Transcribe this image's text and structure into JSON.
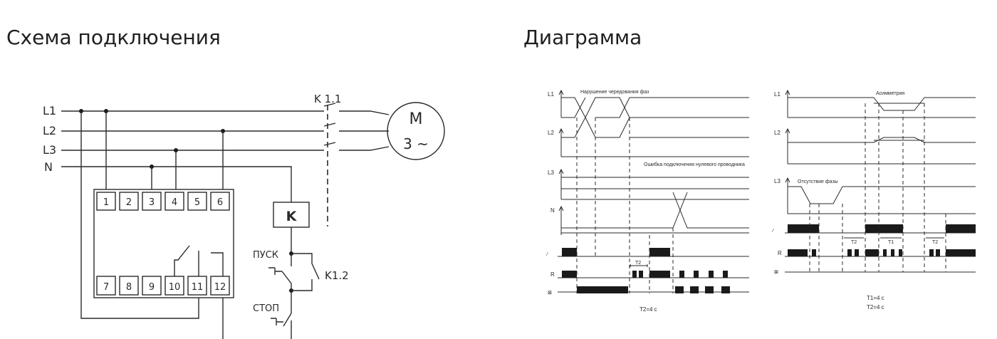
{
  "headings": {
    "left": "Схема подключения",
    "right": "Диаграмма"
  },
  "wiring": {
    "lines": [
      "L1",
      "L2",
      "L3",
      "N"
    ],
    "terminals_top": [
      "1",
      "2",
      "3",
      "4",
      "5",
      "6"
    ],
    "terminals_bottom": [
      "7",
      "8",
      "9",
      "10",
      "11",
      "12"
    ],
    "contactor_contact": "K 1.1",
    "motor_label": "M",
    "motor_phase": "3 ~",
    "coil_label": "K",
    "start_label": "ПУСК",
    "aux_contact": "K1.2",
    "stop_label": "СТОП"
  },
  "timing_left": {
    "rows": [
      "L1",
      "L2",
      "L3",
      "N",
      "R"
    ],
    "note_phase_order": "Нарушение чередования фаз",
    "note_neutral": "Ошибка подключения нулевого проводника",
    "t2_label": "T2",
    "footer": "T2=4 с"
  },
  "timing_right": {
    "rows": [
      "L1",
      "L2",
      "L3",
      "R"
    ],
    "note_asymmetry": "Асимметрия",
    "note_phase_loss": "Отсутствие фазы",
    "t1_label": "T1",
    "t2_label": "T2",
    "footer_t1": "T1=4 с",
    "footer_t2": "T2=4 с"
  }
}
